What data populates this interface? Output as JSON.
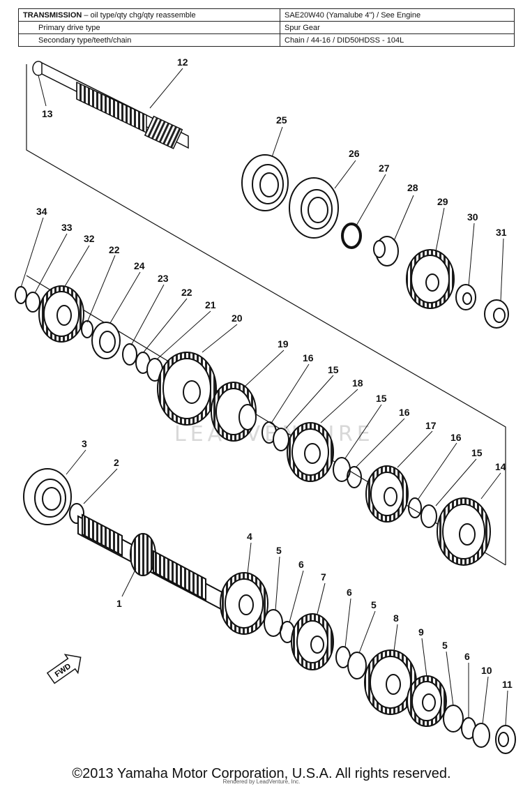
{
  "spec_table": {
    "rows": [
      {
        "label_bold": "TRANSMISSION",
        "label_rest": " – oil type/qty chg/qty reassemble",
        "value": "SAE20W40 (Yamalube 4\") / See Engine"
      },
      {
        "label": "Primary drive type",
        "value": "Spur Gear"
      },
      {
        "label": "Secondary    type/teeth/chain",
        "value": "Chain / 44-16 / DID50HDSS - 104L"
      }
    ]
  },
  "parts": {
    "p1": "1",
    "p2": "2",
    "p3": "3",
    "p4": "4",
    "p5": "5",
    "p6": "6",
    "p7": "7",
    "p8": "8",
    "p9": "9",
    "p10": "10",
    "p11": "11",
    "p12": "12",
    "p13": "13",
    "p14": "14",
    "p15": "15",
    "p16": "16",
    "p17": "17",
    "p18": "18",
    "p19": "19",
    "p20": "20",
    "p21": "21",
    "p22": "22",
    "p23": "23",
    "p24": "24",
    "p25": "25",
    "p26": "26",
    "p27": "27",
    "p28": "28",
    "p29": "29",
    "p30": "30",
    "p31": "31",
    "p32": "32",
    "p33": "33",
    "p34": "34"
  },
  "fwd_label": "FWD",
  "watermark": "LEADVENTURE",
  "footer": {
    "copyright": "©2013 Yamaha Motor Corporation, U.S.A. All rights reserved.",
    "rendered_by": "Rendered by LeadVenture, Inc."
  }
}
